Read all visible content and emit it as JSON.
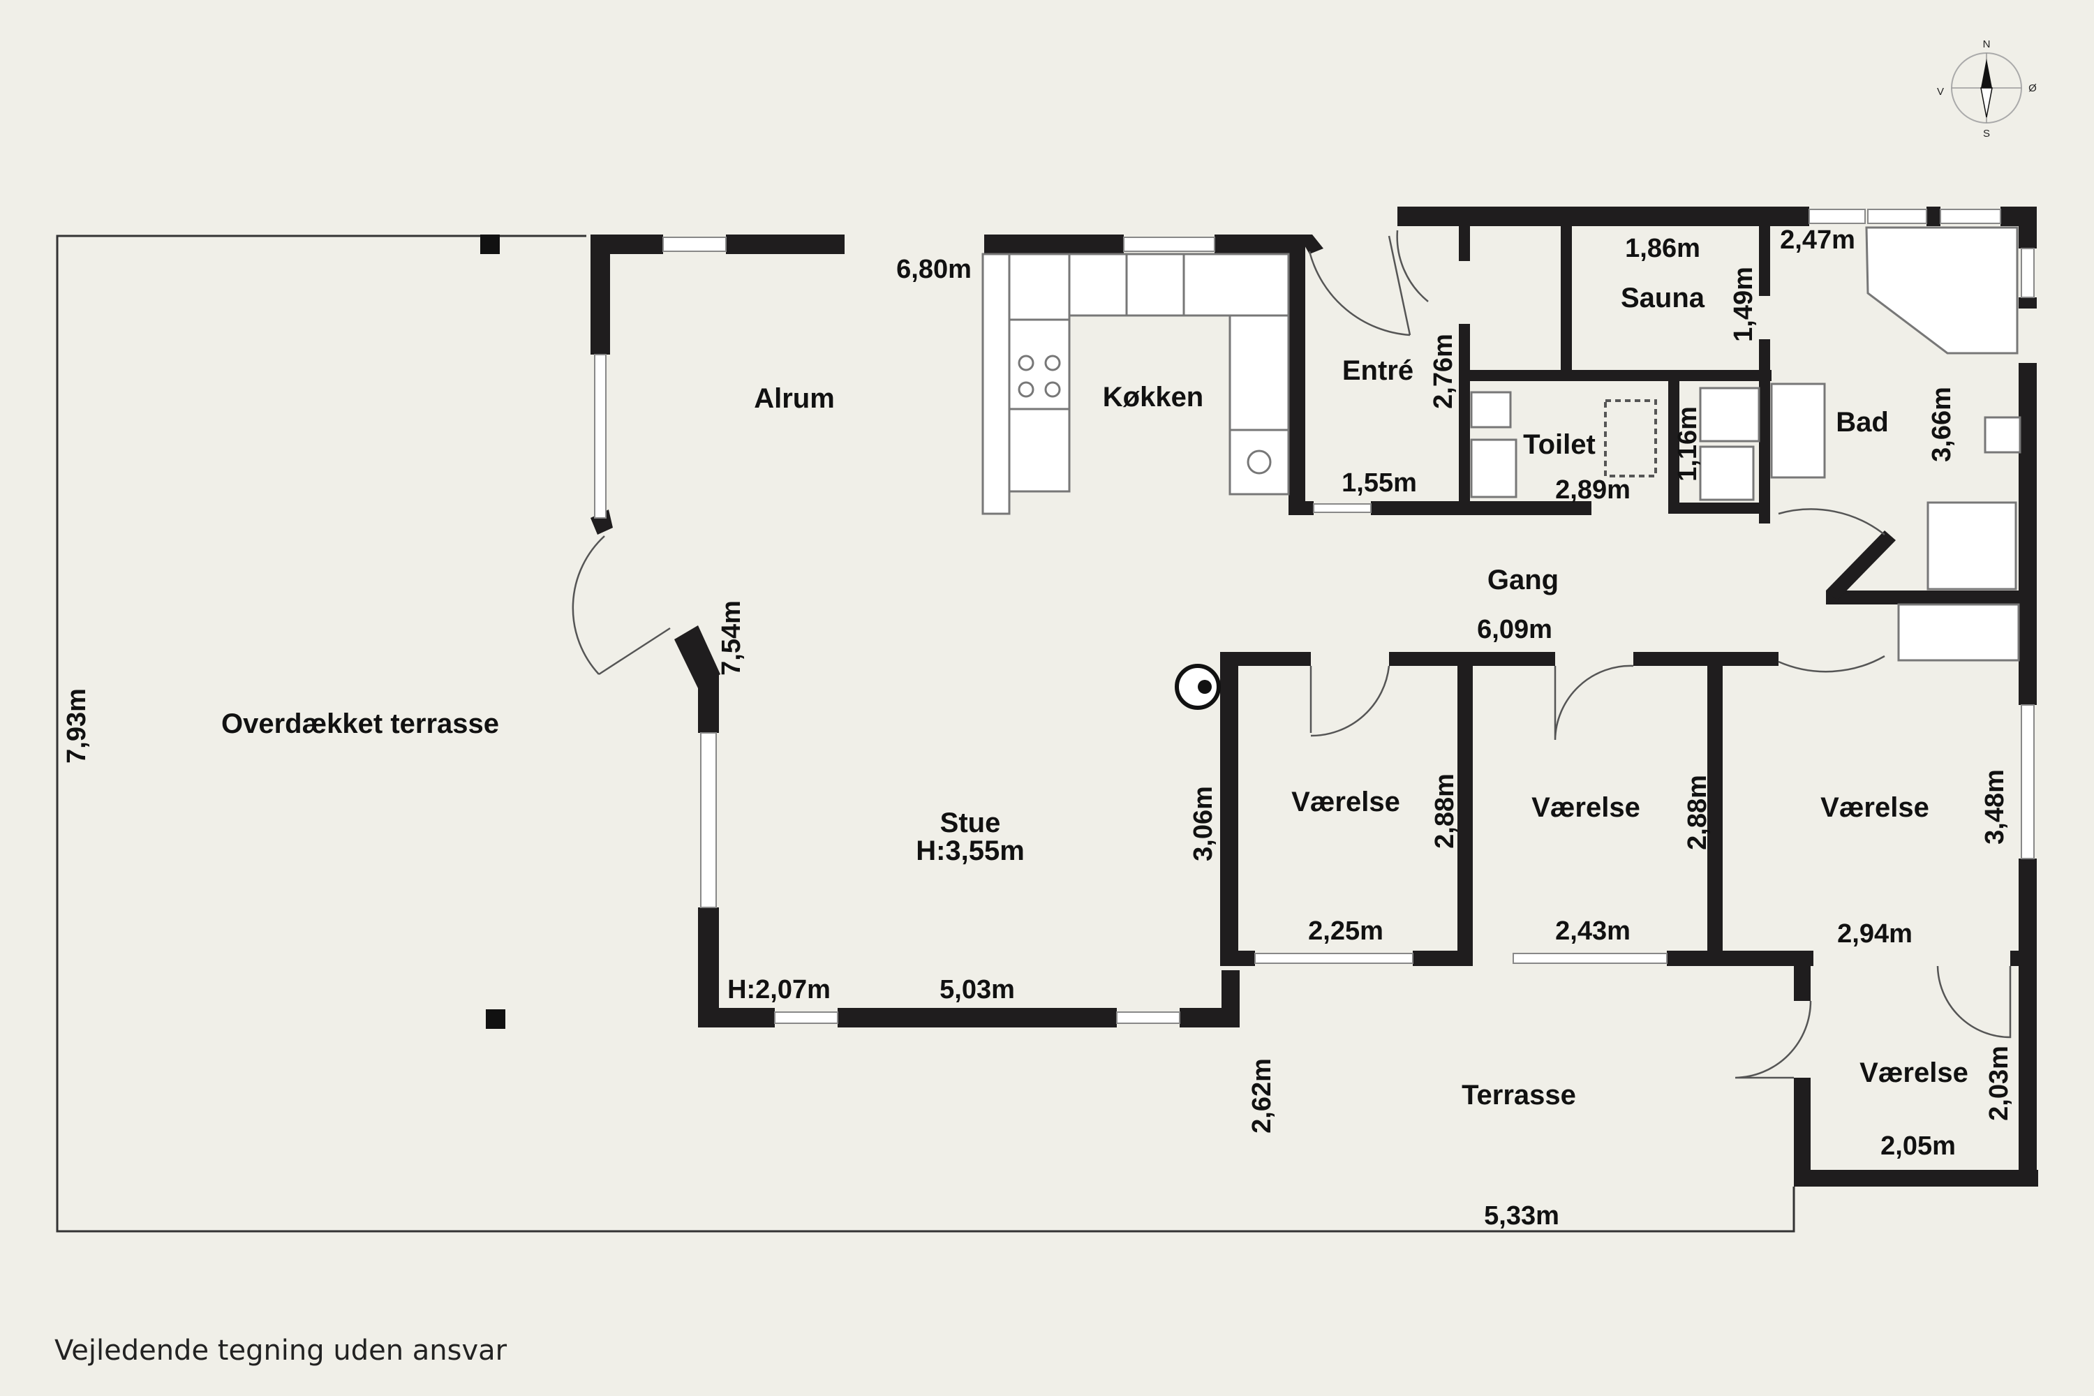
{
  "rooms": {
    "overdaekket_terrasse": "Overdækket terrasse",
    "alrum": "Alrum",
    "kokken": "Køkken",
    "entre": "Entré",
    "sauna": "Sauna",
    "toilet": "Toilet",
    "bad": "Bad",
    "gang": "Gang",
    "stue": "Stue",
    "stue_height": "H:3,55m",
    "vaerelse_1": "Værelse",
    "vaerelse_2": "Værelse",
    "vaerelse_3": "Værelse",
    "vaerelse_4": "Værelse",
    "terrasse": "Terrasse"
  },
  "dimensions": {
    "terrace_height": "7,93m",
    "alrum_width": "6,80m",
    "stue_length": "7,54m",
    "stue_width": "5,03m",
    "stue_window_height": "H:2,07m",
    "stue_side": "3,06m",
    "entre_height": "2,76m",
    "entre_width": "1,55m",
    "sauna_width": "1,86m",
    "sauna_height": "1,49m",
    "bad_width": "2,47m",
    "bad_height": "3,66m",
    "toilet_width": "2,89m",
    "toilet_height": "1,16m",
    "gang_length": "6,09m",
    "v1_height": "2,88m",
    "v1_width": "2,25m",
    "v2_height": "2,88m",
    "v2_width": "2,43m",
    "v3_height": "3,48m",
    "v3_width": "2,94m",
    "v4_height": "2,03m",
    "v4_width": "2,05m",
    "terrasse_height": "2,62m",
    "terrasse_width": "5,33m"
  },
  "compass": {
    "n": "N",
    "s": "S",
    "e": "Ø",
    "w": "V"
  },
  "disclaimer": "Vejledende tegning uden ansvar",
  "colors": {
    "background": "#f0efe8",
    "wall": "#1f1d1e",
    "text": "#111111"
  }
}
